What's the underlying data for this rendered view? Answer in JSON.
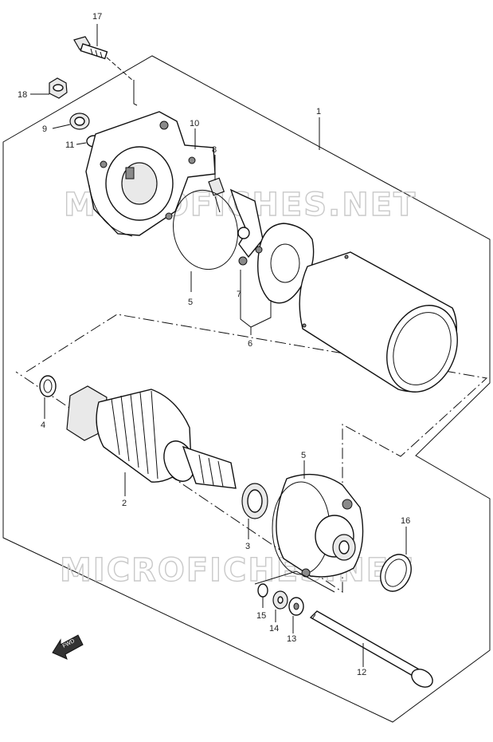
{
  "watermark": "MICROFICHES.NET",
  "fwd_label": "FWD",
  "callouts": {
    "c1": "1",
    "c2": "2",
    "c3": "3",
    "c4": "4",
    "c5a": "5",
    "c5b": "5",
    "c6": "6",
    "c7": "7",
    "c8": "8",
    "c9": "9",
    "c10": "10",
    "c11": "11",
    "c12": "12",
    "c13": "13",
    "c14": "14",
    "c15": "15",
    "c16": "16",
    "c17": "17",
    "c18": "18"
  }
}
